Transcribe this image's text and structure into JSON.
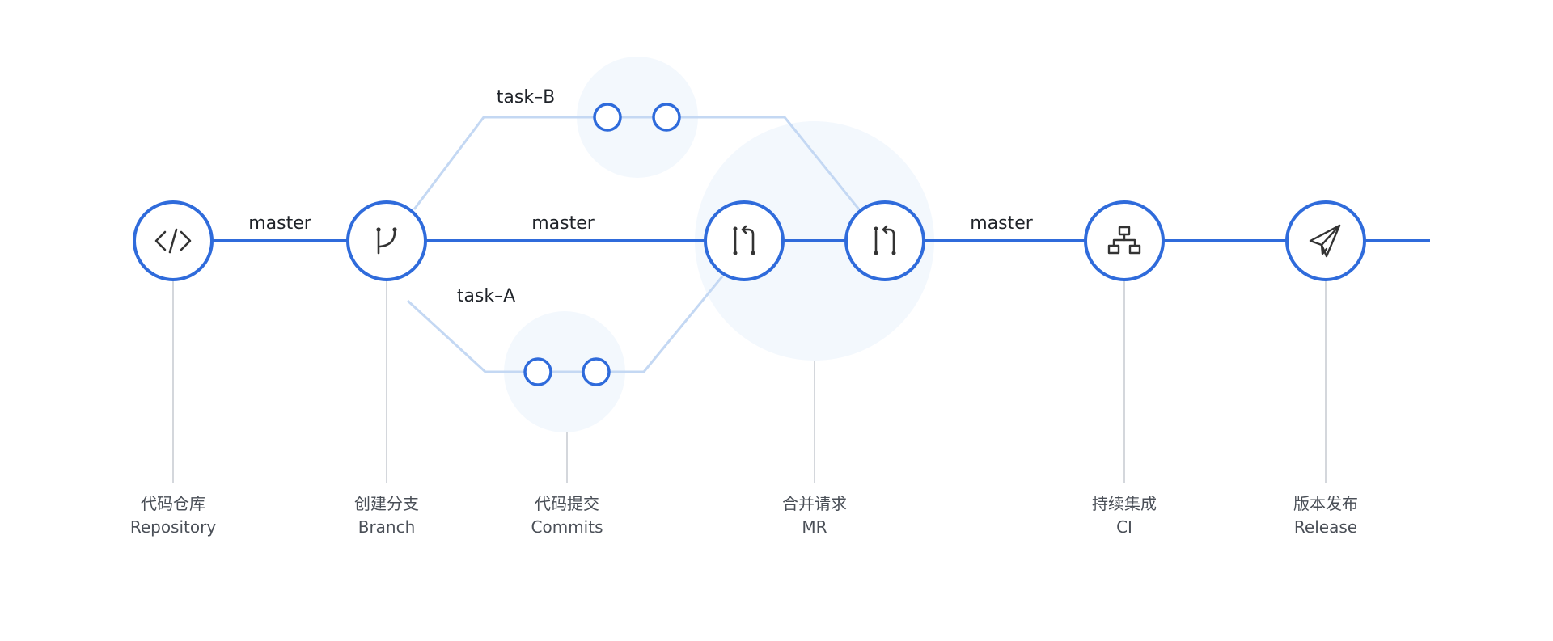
{
  "colors": {
    "primary": "#2f6bdb",
    "branch_line": "#c4d8f3",
    "halo": "#f2f7fd",
    "connector": "#d4d7dc",
    "icon": "#333333"
  },
  "branch_labels": {
    "master_1": "master",
    "master_2": "master",
    "master_3": "master",
    "task_b": "task–B",
    "task_a": "task–A"
  },
  "stages": [
    {
      "icon": "code-icon",
      "zh": "代码仓库",
      "en": "Repository"
    },
    {
      "icon": "branch-icon",
      "zh": "创建分支",
      "en": "Branch"
    },
    {
      "icon": "commit-dots-icon",
      "zh": "代码提交",
      "en": "Commits"
    },
    {
      "icon": "merge-request-icon",
      "zh": "合并请求",
      "en": "MR"
    },
    {
      "icon": "sitemap-icon",
      "zh": "持续集成",
      "en": "CI"
    },
    {
      "icon": "paper-plane-icon",
      "zh": "版本发布",
      "en": "Release"
    }
  ]
}
